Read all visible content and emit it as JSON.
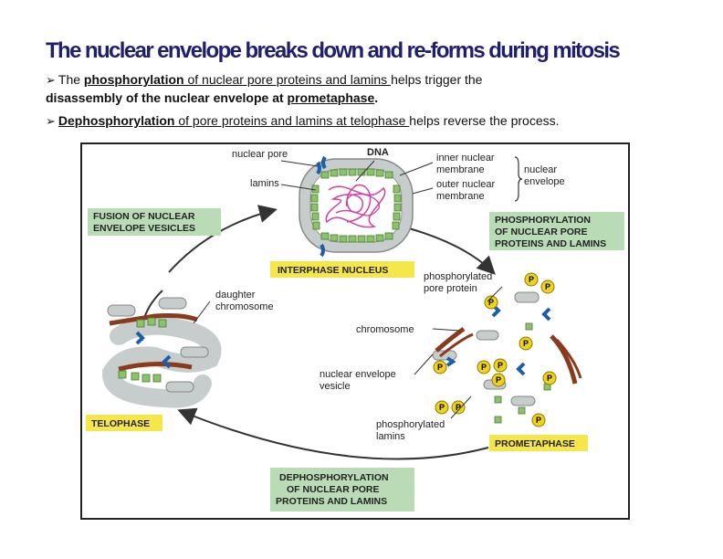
{
  "title": "The nuclear envelope breaks down and re-forms during   mitosis",
  "bullets": {
    "b1_line1_pre": "The ",
    "b1_term1": "phosphorylation ",
    "b1_line1_mid": "of nuclear pore proteins and lamins ",
    "b1_line1_post": "helps trigger  the",
    "b1_line2_pre": "disassembly of the nuclear envelope at ",
    "b1_term2": "prometaphase",
    "b1_line2_post": ".",
    "b2_term": "Dephosphorylation ",
    "b2_mid": "of pore proteins and lamins at telophase ",
    "b2_post": "helps reverse the  process."
  },
  "diagram": {
    "labels": {
      "nuclear_pore": "nuclear pore",
      "lamins": "lamins",
      "dna": "DNA",
      "inner_1": "inner nuclear",
      "inner_2": "membrane",
      "outer_1": "outer nuclear",
      "outer_2": "membrane",
      "envelope_1": "nuclear",
      "envelope_2": "envelope",
      "phos_pore_1": "phosphorylated",
      "phos_pore_2": "pore protein",
      "daughter_1": "daughter",
      "daughter_2": "chromosome",
      "chromosome": "chromosome",
      "vesicle_1": "nuclear envelope",
      "vesicle_2": "vesicle",
      "phos_lamins_1": "phosphorylated",
      "phos_lamins_2": "lamins",
      "p": "P"
    },
    "boxes": {
      "fusion_1": "FUSION OF NUCLEAR",
      "fusion_2": "ENVELOPE VESICLES",
      "phosphorylation_1": "PHOSPHORYLATION",
      "phosphorylation_2": "OF NUCLEAR PORE",
      "phosphorylation_3": "PROTEINS AND LAMINS",
      "interphase": "INTERPHASE NUCLEUS",
      "telophase": "TELOPHASE",
      "prometaphase": "PROMETAPHASE",
      "dephos_1": "DEPHOSPHORYLATION",
      "dephos_2": "OF NUCLEAR PORE",
      "dephos_3": "PROTEINS AND LAMINS"
    },
    "colors": {
      "box_green": "#b9dcb6",
      "box_yellow": "#f5e64b",
      "membrane_gray": "#c7cccc",
      "lamin_green": "#8cc26a",
      "pore_blue": "#1c5ea8",
      "dna_pink": "#d03fa3",
      "chromosome_brown": "#8a3b1e",
      "phosphate_yellow": "#f0d21a"
    }
  }
}
